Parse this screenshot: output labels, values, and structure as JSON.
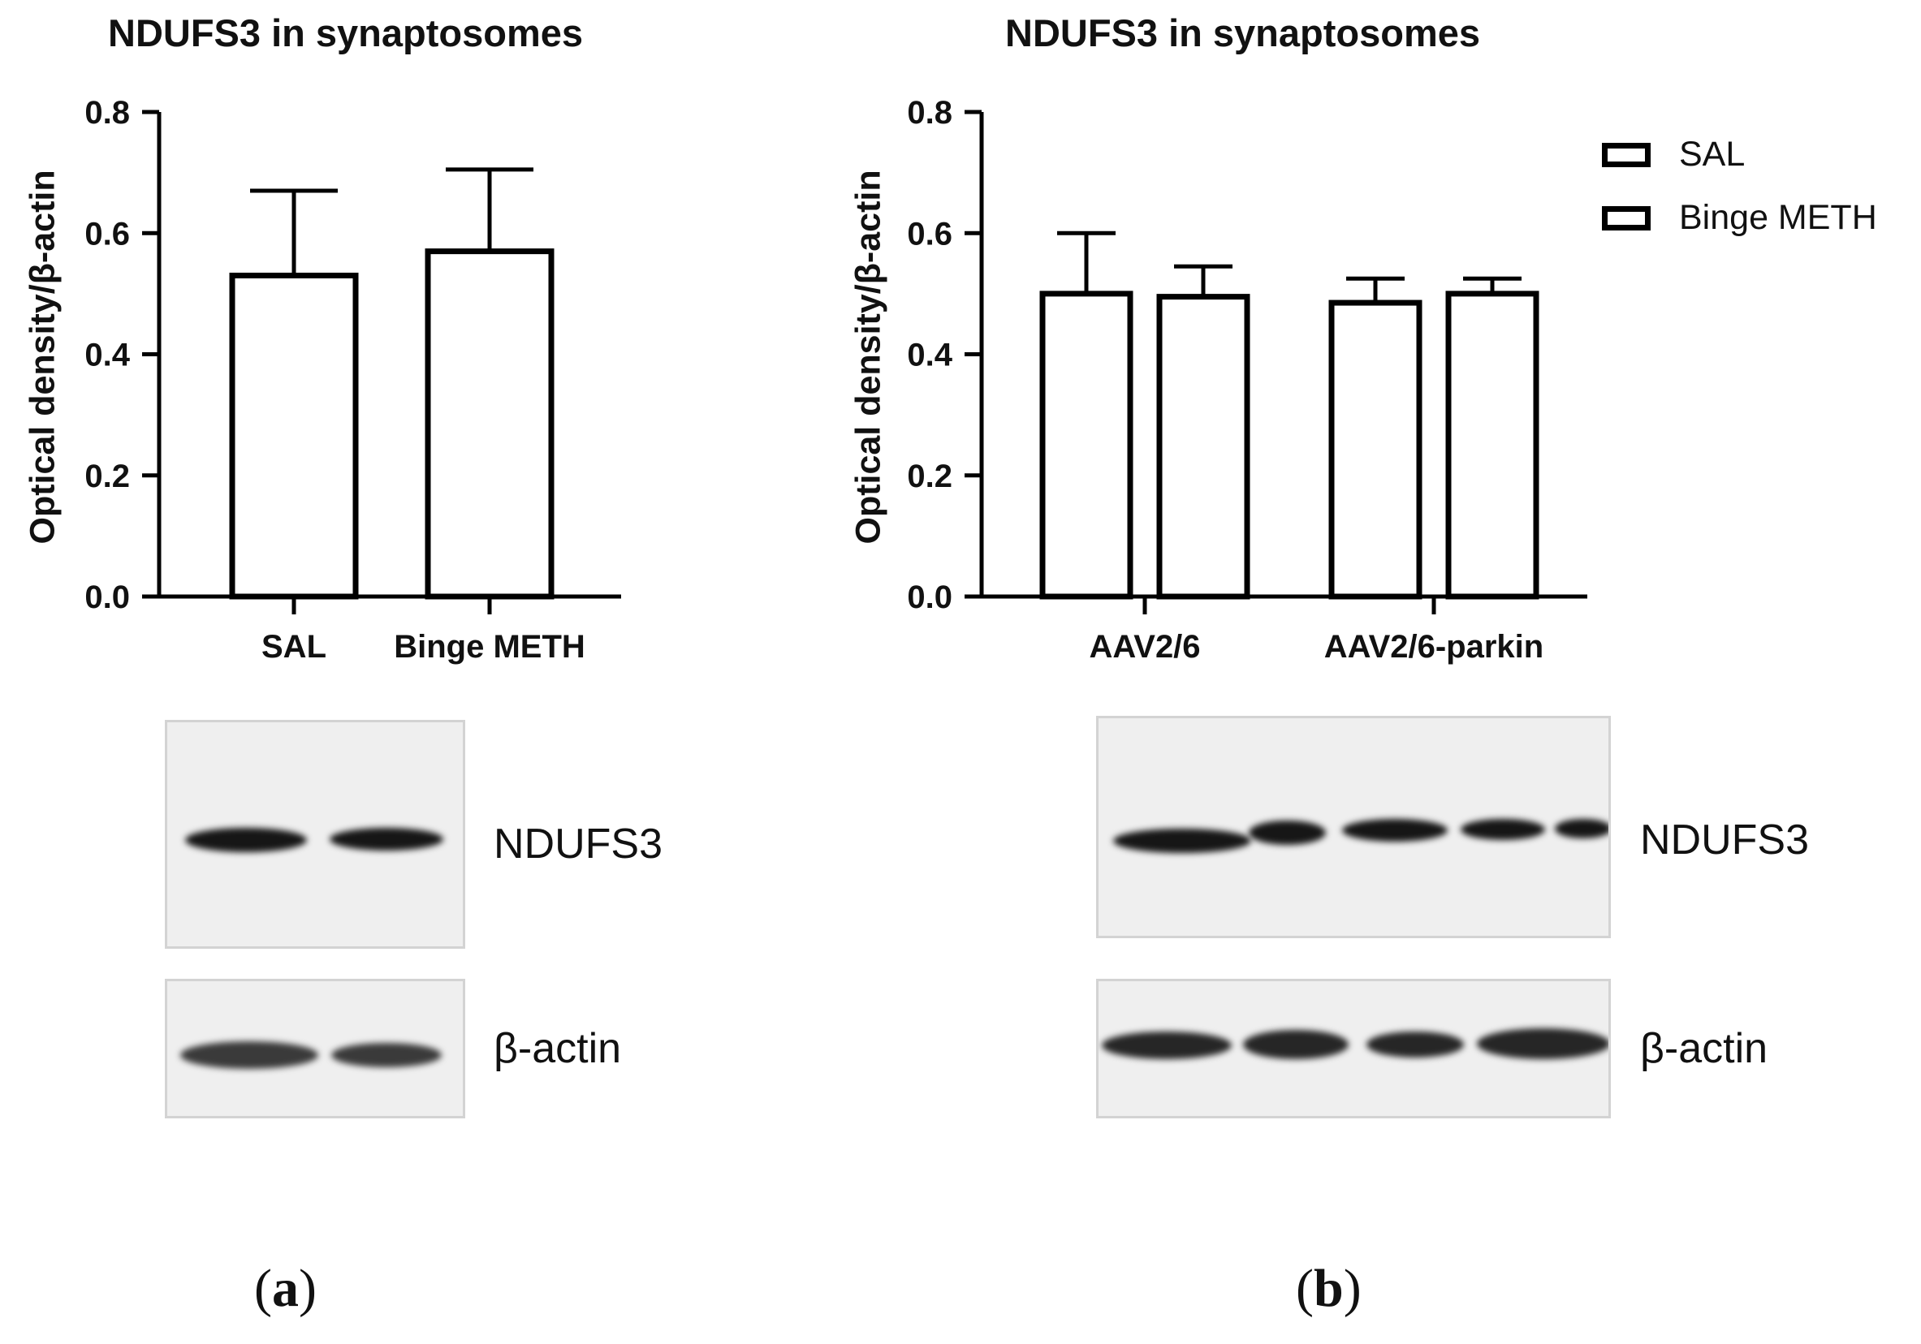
{
  "chart_data": [
    {
      "type": "bar",
      "title": "NDUFS3 in synaptosomes",
      "ylabel": "Optical density/β-actin",
      "ylim": [
        0,
        0.8
      ],
      "yticks": [
        "0.0",
        "0.2",
        "0.4",
        "0.6",
        "0.8"
      ],
      "categories": [
        "SAL",
        "Binge METH"
      ],
      "series": [
        {
          "values": [
            0.53,
            0.57
          ],
          "errors": [
            0.14,
            0.135
          ]
        }
      ]
    },
    {
      "type": "bar",
      "title": "NDUFS3 in synaptosomes",
      "ylabel": "Optical density/β-actin",
      "ylim": [
        0,
        0.8
      ],
      "yticks": [
        "0.0",
        "0.2",
        "0.4",
        "0.6",
        "0.8"
      ],
      "categories": [
        "AAV2/6",
        "AAV2/6-parkin"
      ],
      "series": [
        {
          "name": "SAL",
          "values": [
            0.5,
            0.485
          ],
          "errors": [
            0.1,
            0.04
          ]
        },
        {
          "name": "Binge METH",
          "values": [
            0.495,
            0.5
          ],
          "errors": [
            0.05,
            0.025
          ]
        }
      ],
      "legend": "top-right"
    }
  ],
  "blots": {
    "a": {
      "rows": [
        "NDUFS3",
        "β-actin"
      ]
    },
    "b": {
      "rows": [
        "NDUFS3",
        "β-actin"
      ]
    }
  },
  "panel_labels": {
    "a": {
      "open": "(",
      "letter": "a",
      "close": ")"
    },
    "b": {
      "open": "(",
      "letter": "b",
      "close": ")"
    }
  },
  "colors": {
    "bar_fill": "#ffffff",
    "bar_stroke": "#000000",
    "axis": "#000000"
  }
}
